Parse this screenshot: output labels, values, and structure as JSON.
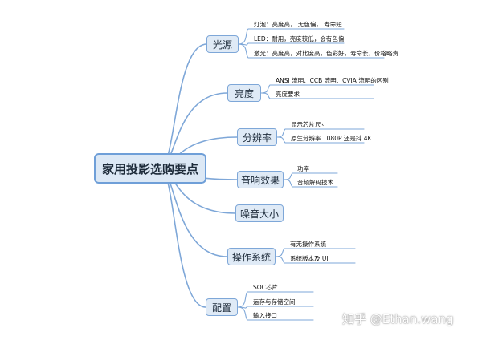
{
  "root": "家用投影选购要点",
  "branches": [
    {
      "label": "光源",
      "children": [
        "灯泡：亮度高， 无色偏， 寿命短",
        "LED：耐用，亮度较低，会有色偏",
        "激光：亮度高，对比度高，色彩好，寿命长，价格略贵"
      ]
    },
    {
      "label": "亮度",
      "children": [
        "ANSI 流明、CCB 流明、CVIA 流明的区别",
        "亮度要求"
      ]
    },
    {
      "label": "分辨率",
      "children": [
        "显示芯片尺寸",
        "原生分辨率 1080P 还是抖 4K"
      ]
    },
    {
      "label": "音响效果",
      "children": [
        "功率",
        "音频解码技术"
      ]
    },
    {
      "label": "噪音大小",
      "children": []
    },
    {
      "label": "操作系统",
      "children": [
        "有无操作系统",
        "系统版本及 UI"
      ]
    },
    {
      "label": "配置",
      "children": [
        "SOC芯片",
        "运存与存储空间",
        "输入接口"
      ]
    }
  ],
  "watermark": "知乎 @Ethan.wang",
  "colors": {
    "line": "#7ea7d8",
    "node_fill": "#dfeaf6",
    "root_fill": "#dce8f5",
    "root_border": "#6f9fd8"
  }
}
